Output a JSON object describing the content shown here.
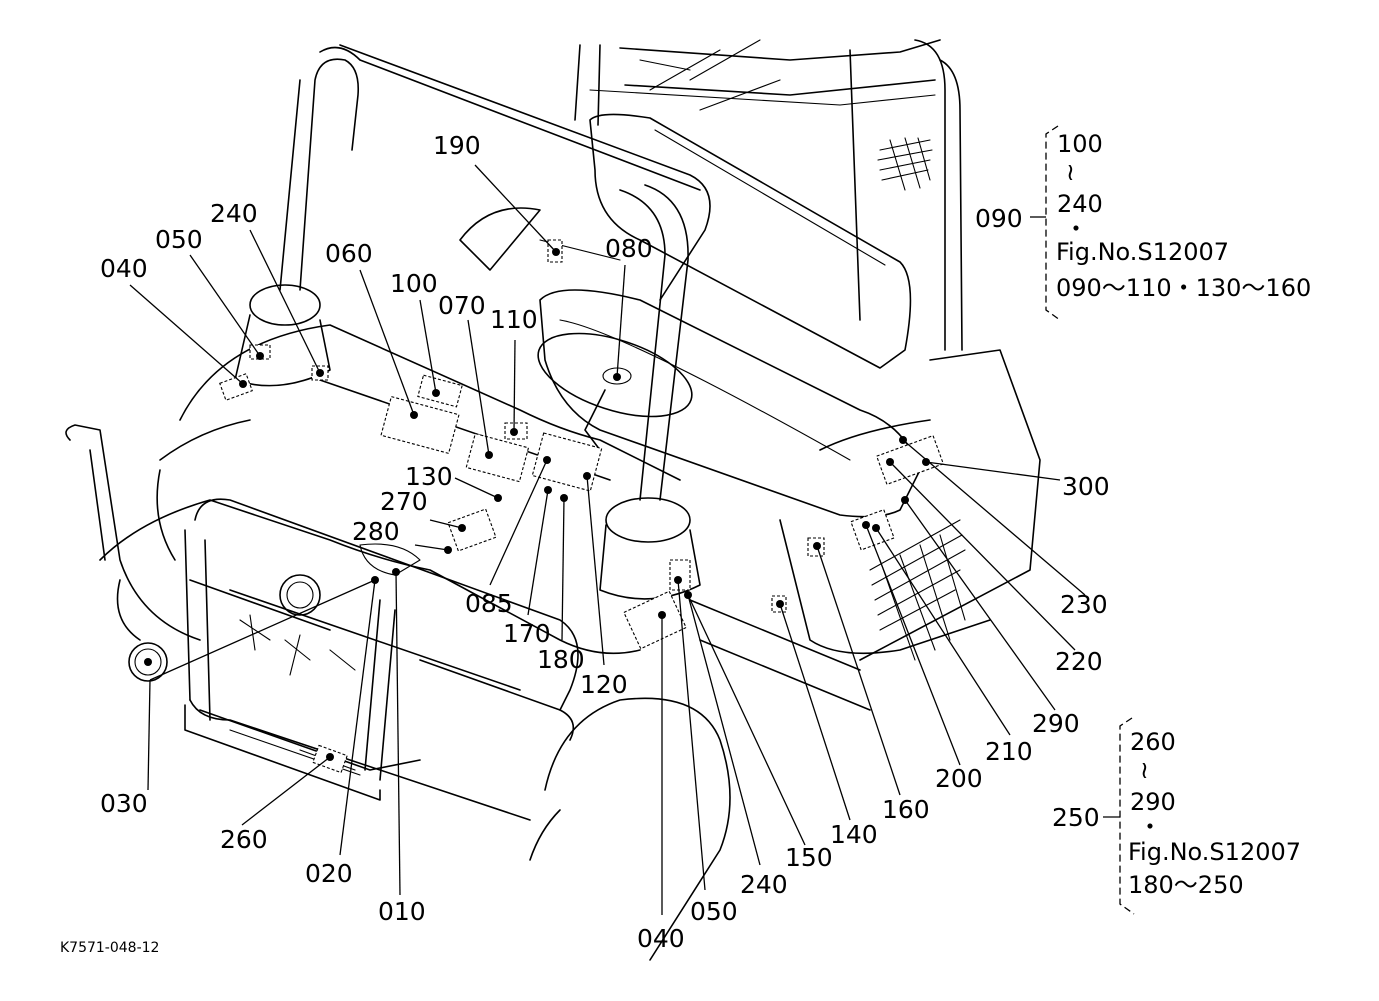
{
  "drawing_code": "K7571-048-12",
  "part_labels": {
    "p010": "010",
    "p020": "020",
    "p030": "030",
    "p040a": "040",
    "p040b": "040",
    "p050a": "050",
    "p050b": "050",
    "p060": "060",
    "p070": "070",
    "p080": "080",
    "p085": "085",
    "p090": "090",
    "p100": "100",
    "p110": "110",
    "p120": "120",
    "p130": "130",
    "p140": "140",
    "p150": "150",
    "p160": "160",
    "p170": "170",
    "p180": "180",
    "p190": "190",
    "p200": "200",
    "p210": "210",
    "p220": "220",
    "p230": "230",
    "p240a": "240",
    "p240b": "240",
    "p250": "250",
    "p260": "260",
    "p270": "270",
    "p280": "280",
    "p290": "290",
    "p300": "300"
  },
  "notes": {
    "upper": {
      "from": "100",
      "tilde": "≀",
      "to": "240",
      "dot": "・",
      "fig": "Fig.No.S12007",
      "range": "090～110・130～160"
    },
    "lower": {
      "from": "260",
      "tilde": "≀",
      "to": "290",
      "dot": "・",
      "fig": "Fig.No.S12007",
      "range": "180～250"
    }
  }
}
